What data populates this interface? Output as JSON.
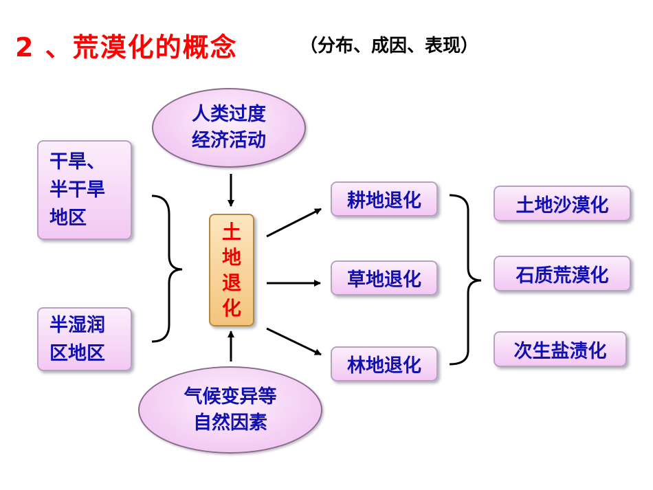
{
  "title": "2 、荒漠化的概念",
  "subtitle": "（分布、成因、表现）",
  "left_regions": [
    "干旱、\n半干旱\n地区",
    "半湿润\n区地区"
  ],
  "top_cause": "人类过度\n经济活动",
  "bottom_cause": "气候变异等\n自然因素",
  "center_chars": [
    "土",
    "地",
    "退",
    "化"
  ],
  "degradation_types": [
    "耕地退化",
    "草地退化",
    "林地退化"
  ],
  "outcomes": [
    "土地沙漠化",
    "石质荒漠化",
    "次生盐渍化"
  ],
  "colors": {
    "title": "#ff0000",
    "box_text": "#1010b0",
    "center_text": "#ee0000",
    "box_fill": "#f3c8f3",
    "center_fill": "#f4c47c"
  }
}
